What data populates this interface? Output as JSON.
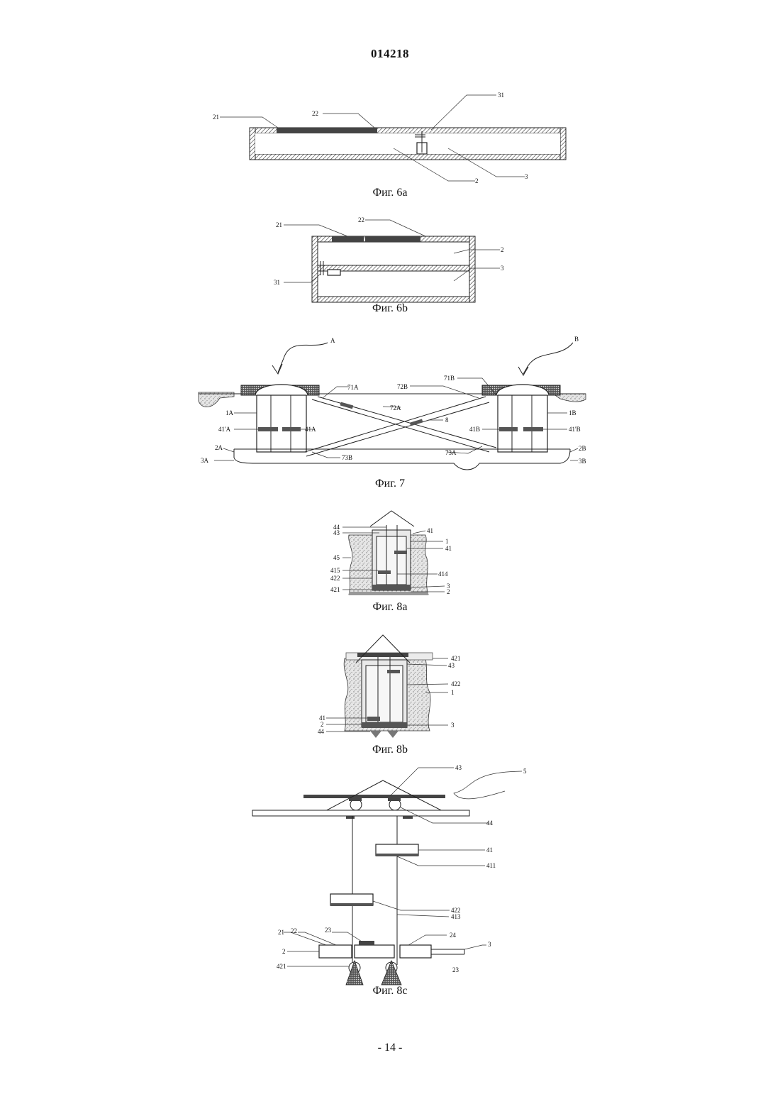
{
  "header": {
    "doc_number": "014218"
  },
  "figures": [
    {
      "caption": "Фиг. 6a",
      "labels": [
        "21",
        "22",
        "31",
        "2",
        "3"
      ]
    },
    {
      "caption": "Фиг. 6b",
      "labels": [
        "21",
        "22",
        "2",
        "31",
        "3"
      ]
    },
    {
      "caption": "Фиг. 7",
      "labels": [
        "A",
        "B",
        "71A",
        "72B",
        "71B",
        "72A",
        "1A",
        "1B",
        "41'A",
        "41A",
        "8",
        "41B",
        "41'B",
        "2A",
        "3A",
        "73B",
        "73A",
        "2B",
        "3B"
      ]
    },
    {
      "caption": "Фиг. 8a",
      "labels": [
        "44",
        "43",
        "41",
        "1",
        "41",
        "45",
        "415",
        "414",
        "422",
        "3",
        "421",
        "2"
      ]
    },
    {
      "caption": "Фиг. 8b",
      "labels": [
        "421",
        "43",
        "422",
        "1",
        "41",
        "2",
        "3",
        "44"
      ]
    },
    {
      "caption": "Фиг. 8c",
      "labels": [
        "43",
        "5",
        "44",
        "41",
        "411",
        "422",
        "413",
        "21",
        "22",
        "23",
        "24",
        "2",
        "3",
        "421",
        "23"
      ]
    }
  ],
  "footer": {
    "page_number": "- 14 -"
  }
}
